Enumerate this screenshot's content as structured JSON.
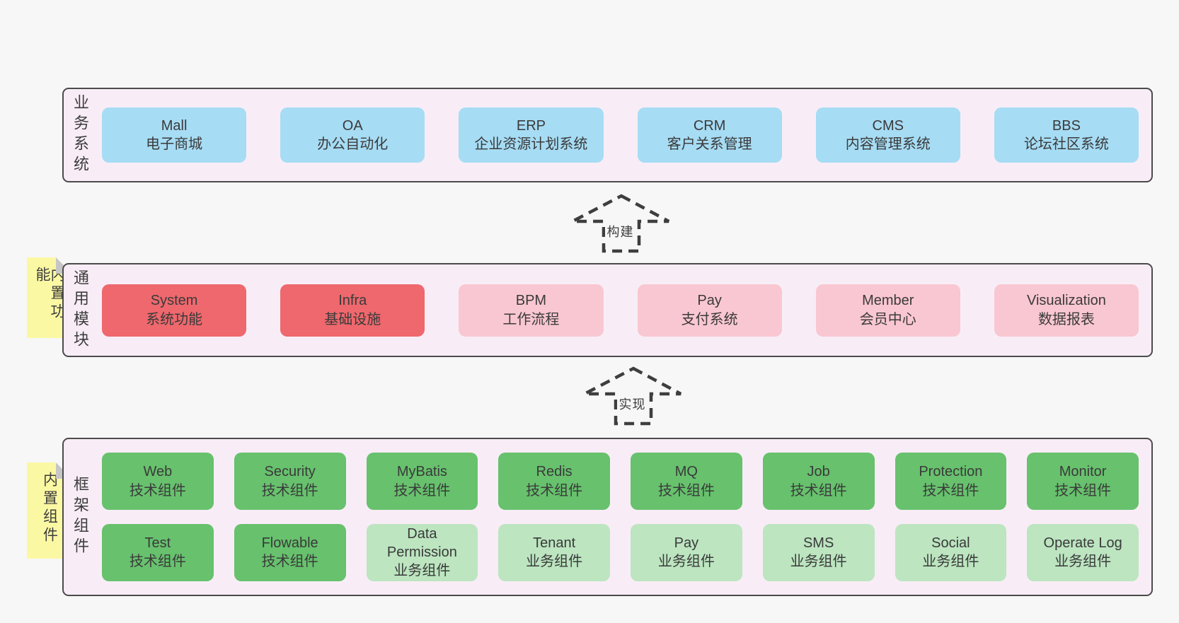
{
  "colors": {
    "page-bg": "#f7f7f7",
    "panel-bg": "#f8edf6",
    "panel-border": "#4b4b4b",
    "box-blue": "#a6dcf4",
    "box-red": "#ee686d",
    "box-pink": "#f9c7d1",
    "box-green": "#67c16d",
    "box-lightgreen": "#bce5c0",
    "sticky-yellow": "#fbf8a3",
    "sticky-fold": "#c6c6c6",
    "text": "#3d3d3d"
  },
  "arrows": {
    "build": {
      "label": "构建"
    },
    "implement": {
      "label": "实现"
    }
  },
  "sections": {
    "business": {
      "side_label": "业务系统",
      "boxes": [
        {
          "name": "Mall",
          "subtitle": "电子商城"
        },
        {
          "name": "OA",
          "subtitle": "办公自动化"
        },
        {
          "name": "ERP",
          "subtitle": "企业资源计划系统"
        },
        {
          "name": "CRM",
          "subtitle": "客户关系管理"
        },
        {
          "name": "CMS",
          "subtitle": "内容管理系统"
        },
        {
          "name": "BBS",
          "subtitle": "论坛社区系统"
        }
      ]
    },
    "modules": {
      "side_label": "通用模块",
      "sticky_label": "内置功能",
      "boxes": [
        {
          "name": "System",
          "subtitle": "系统功能"
        },
        {
          "name": "Infra",
          "subtitle": "基础设施"
        },
        {
          "name": "BPM",
          "subtitle": "工作流程"
        },
        {
          "name": "Pay",
          "subtitle": "支付系统"
        },
        {
          "name": "Member",
          "subtitle": "会员中心"
        },
        {
          "name": "Visualization",
          "subtitle": "数据报表"
        }
      ]
    },
    "components": {
      "side_label": "框架组件",
      "sticky_label": "内置组件",
      "rows": [
        [
          {
            "name": "Web",
            "subtitle": "技术组件"
          },
          {
            "name": "Security",
            "subtitle": "技术组件"
          },
          {
            "name": "MyBatis",
            "subtitle": "技术组件"
          },
          {
            "name": "Redis",
            "subtitle": "技术组件"
          },
          {
            "name": "MQ",
            "subtitle": "技术组件"
          },
          {
            "name": "Job",
            "subtitle": "技术组件"
          },
          {
            "name": "Protection",
            "subtitle": "技术组件"
          },
          {
            "name": "Monitor",
            "subtitle": "技术组件"
          }
        ],
        [
          {
            "name": "Test",
            "subtitle": "技术组件"
          },
          {
            "name": "Flowable",
            "subtitle": "技术组件"
          },
          {
            "name": "Data Permission",
            "subtitle": "业务组件"
          },
          {
            "name": "Tenant",
            "subtitle": "业务组件"
          },
          {
            "name": "Pay",
            "subtitle": "业务组件"
          },
          {
            "name": "SMS",
            "subtitle": "业务组件"
          },
          {
            "name": "Social",
            "subtitle": "业务组件"
          },
          {
            "name": "Operate Log",
            "subtitle": "业务组件"
          }
        ]
      ]
    }
  }
}
